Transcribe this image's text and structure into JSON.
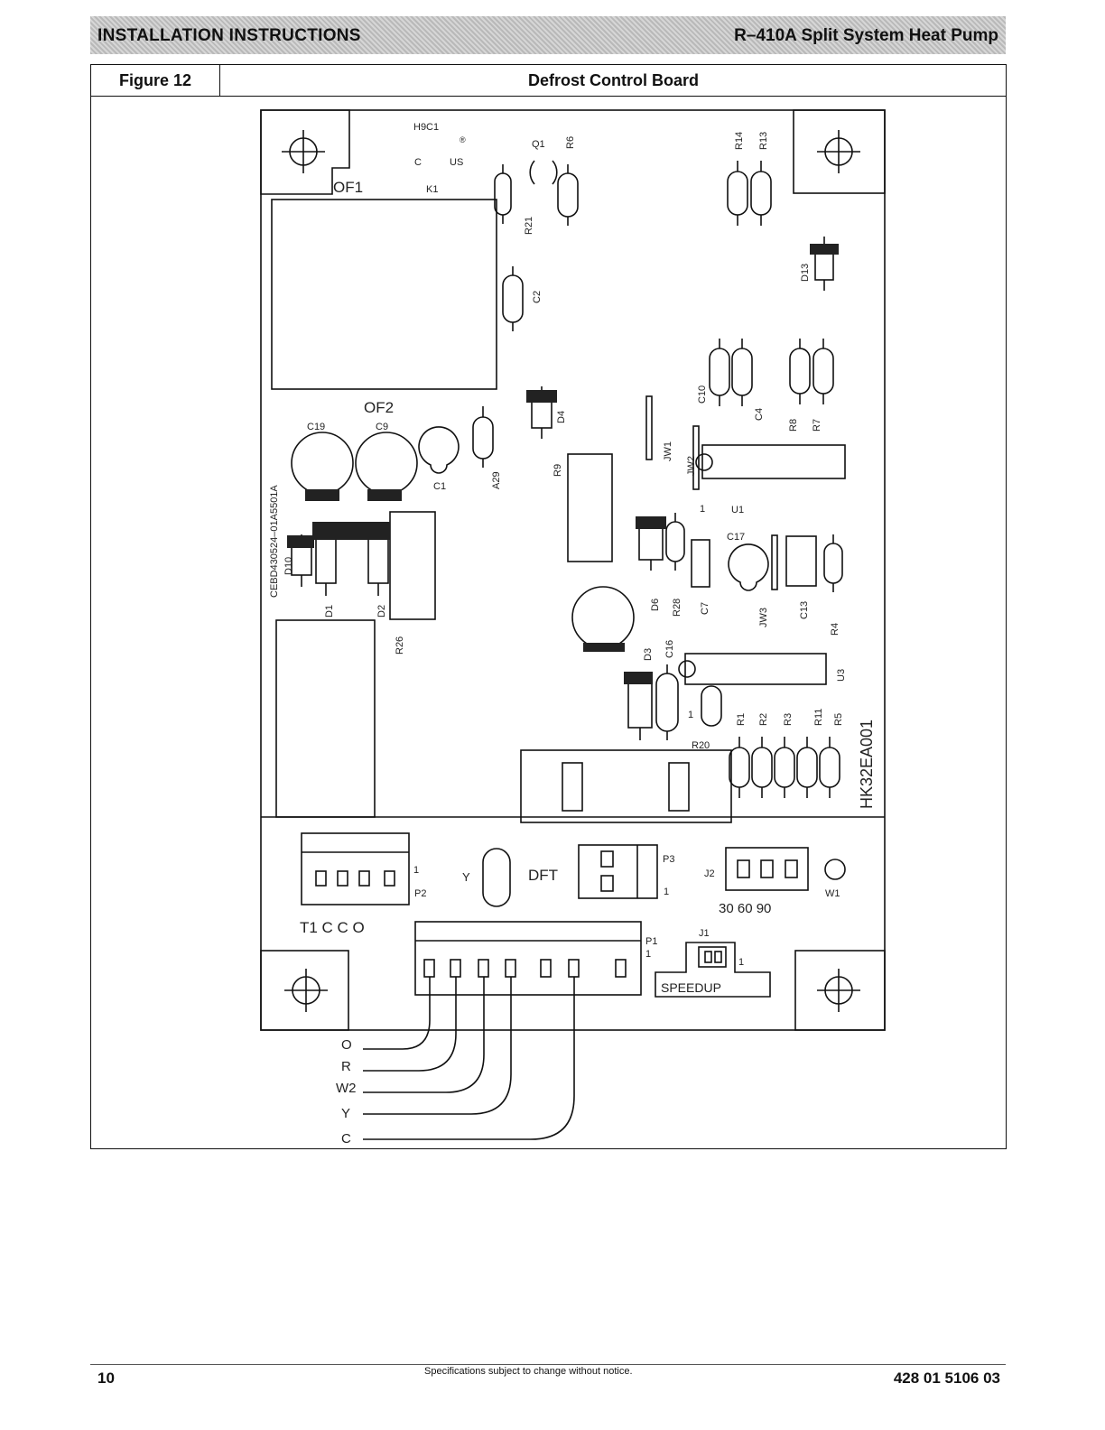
{
  "header": {
    "left_title": "INSTALLATION INSTRUCTIONS",
    "right_title": "R–410A Split System Heat Pump"
  },
  "figure": {
    "number": "Figure 12",
    "title": "Defrost Control Board"
  },
  "board": {
    "labels": {
      "h9c1": "H9C1",
      "c": "C",
      "us": "US",
      "reg": "®",
      "of1": "OF1",
      "k1": "K1",
      "q1": "Q1",
      "r6": "R6",
      "r21": "R21",
      "c2": "C2",
      "r14": "R14",
      "r13": "R13",
      "d13": "D13",
      "c10": "C10",
      "c4": "C4",
      "r8": "R8",
      "r7": "R7",
      "of2": "OF2",
      "c19": "C19",
      "c9": "C9",
      "c1": "C1",
      "a29": "A29",
      "d4": "D4",
      "r9": "R9",
      "jw1": "JW1",
      "jw2": "JW2",
      "one_u1": "1",
      "u1": "U1",
      "part_number": "CEBD430524–01A5501A",
      "d10": "D10",
      "d1": "D1",
      "d2": "D2",
      "r26": "R26",
      "d6": "D6",
      "r28": "R28",
      "c7": "C7",
      "c17": "C17",
      "jw3": "JW3",
      "c13": "C13",
      "r4": "R4",
      "d3": "D3",
      "c16": "C16",
      "u3": "U3",
      "one_r20": "1",
      "r20": "R20",
      "r1": "R1",
      "r2": "R2",
      "r3": "R3",
      "r11": "R11",
      "r5": "R5",
      "board_id": "HK32EA001",
      "p2_pin": "1",
      "p2": "P2",
      "p2_pins": "T1 C C  O",
      "y": "Y",
      "dft": "DFT",
      "p3": "P3",
      "p3_pin": "1",
      "j2": "J2",
      "w1": "W1",
      "j2_pins": "30  60  90",
      "p1": "P1",
      "p1_pin": "1",
      "j1": "J1",
      "j1_pin": "1",
      "speedup": "SPEEDUP"
    },
    "wires": [
      "O",
      "R",
      "W2",
      "Y",
      "C"
    ]
  },
  "footer": {
    "page_number": "10",
    "notice": "Specifications subject to change without notice.",
    "doc_number": "428 01 5106 03"
  }
}
